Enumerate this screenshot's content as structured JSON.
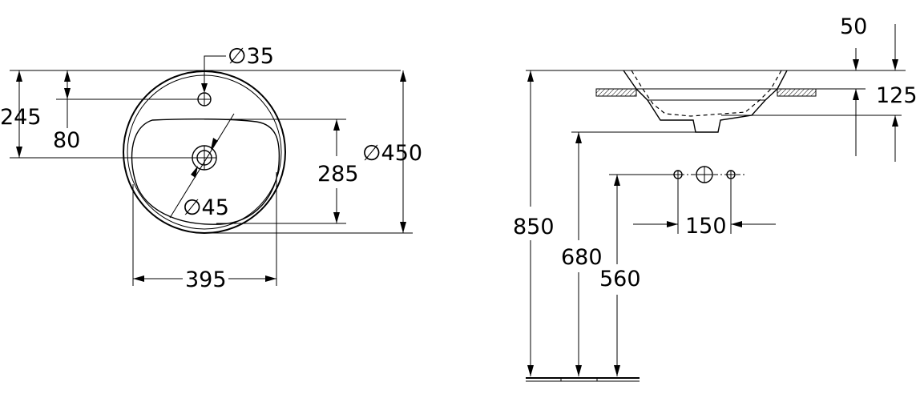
{
  "top_view": {
    "tap_hole_diameter": "∅35",
    "waste_diameter": "∅45",
    "outer_diameter": "∅450",
    "dim_rim_to_waste": "245",
    "dim_rim_to_tap_hole": "80",
    "dim_bowl_depth": "285",
    "dim_bowl_width": "395"
  },
  "side_view": {
    "dim_rim_height": "50",
    "dim_basin_depth": "125",
    "dim_top_height": "850",
    "dim_underside_height": "680",
    "dim_tap_height": "560",
    "dim_tap_spacing": "150"
  }
}
